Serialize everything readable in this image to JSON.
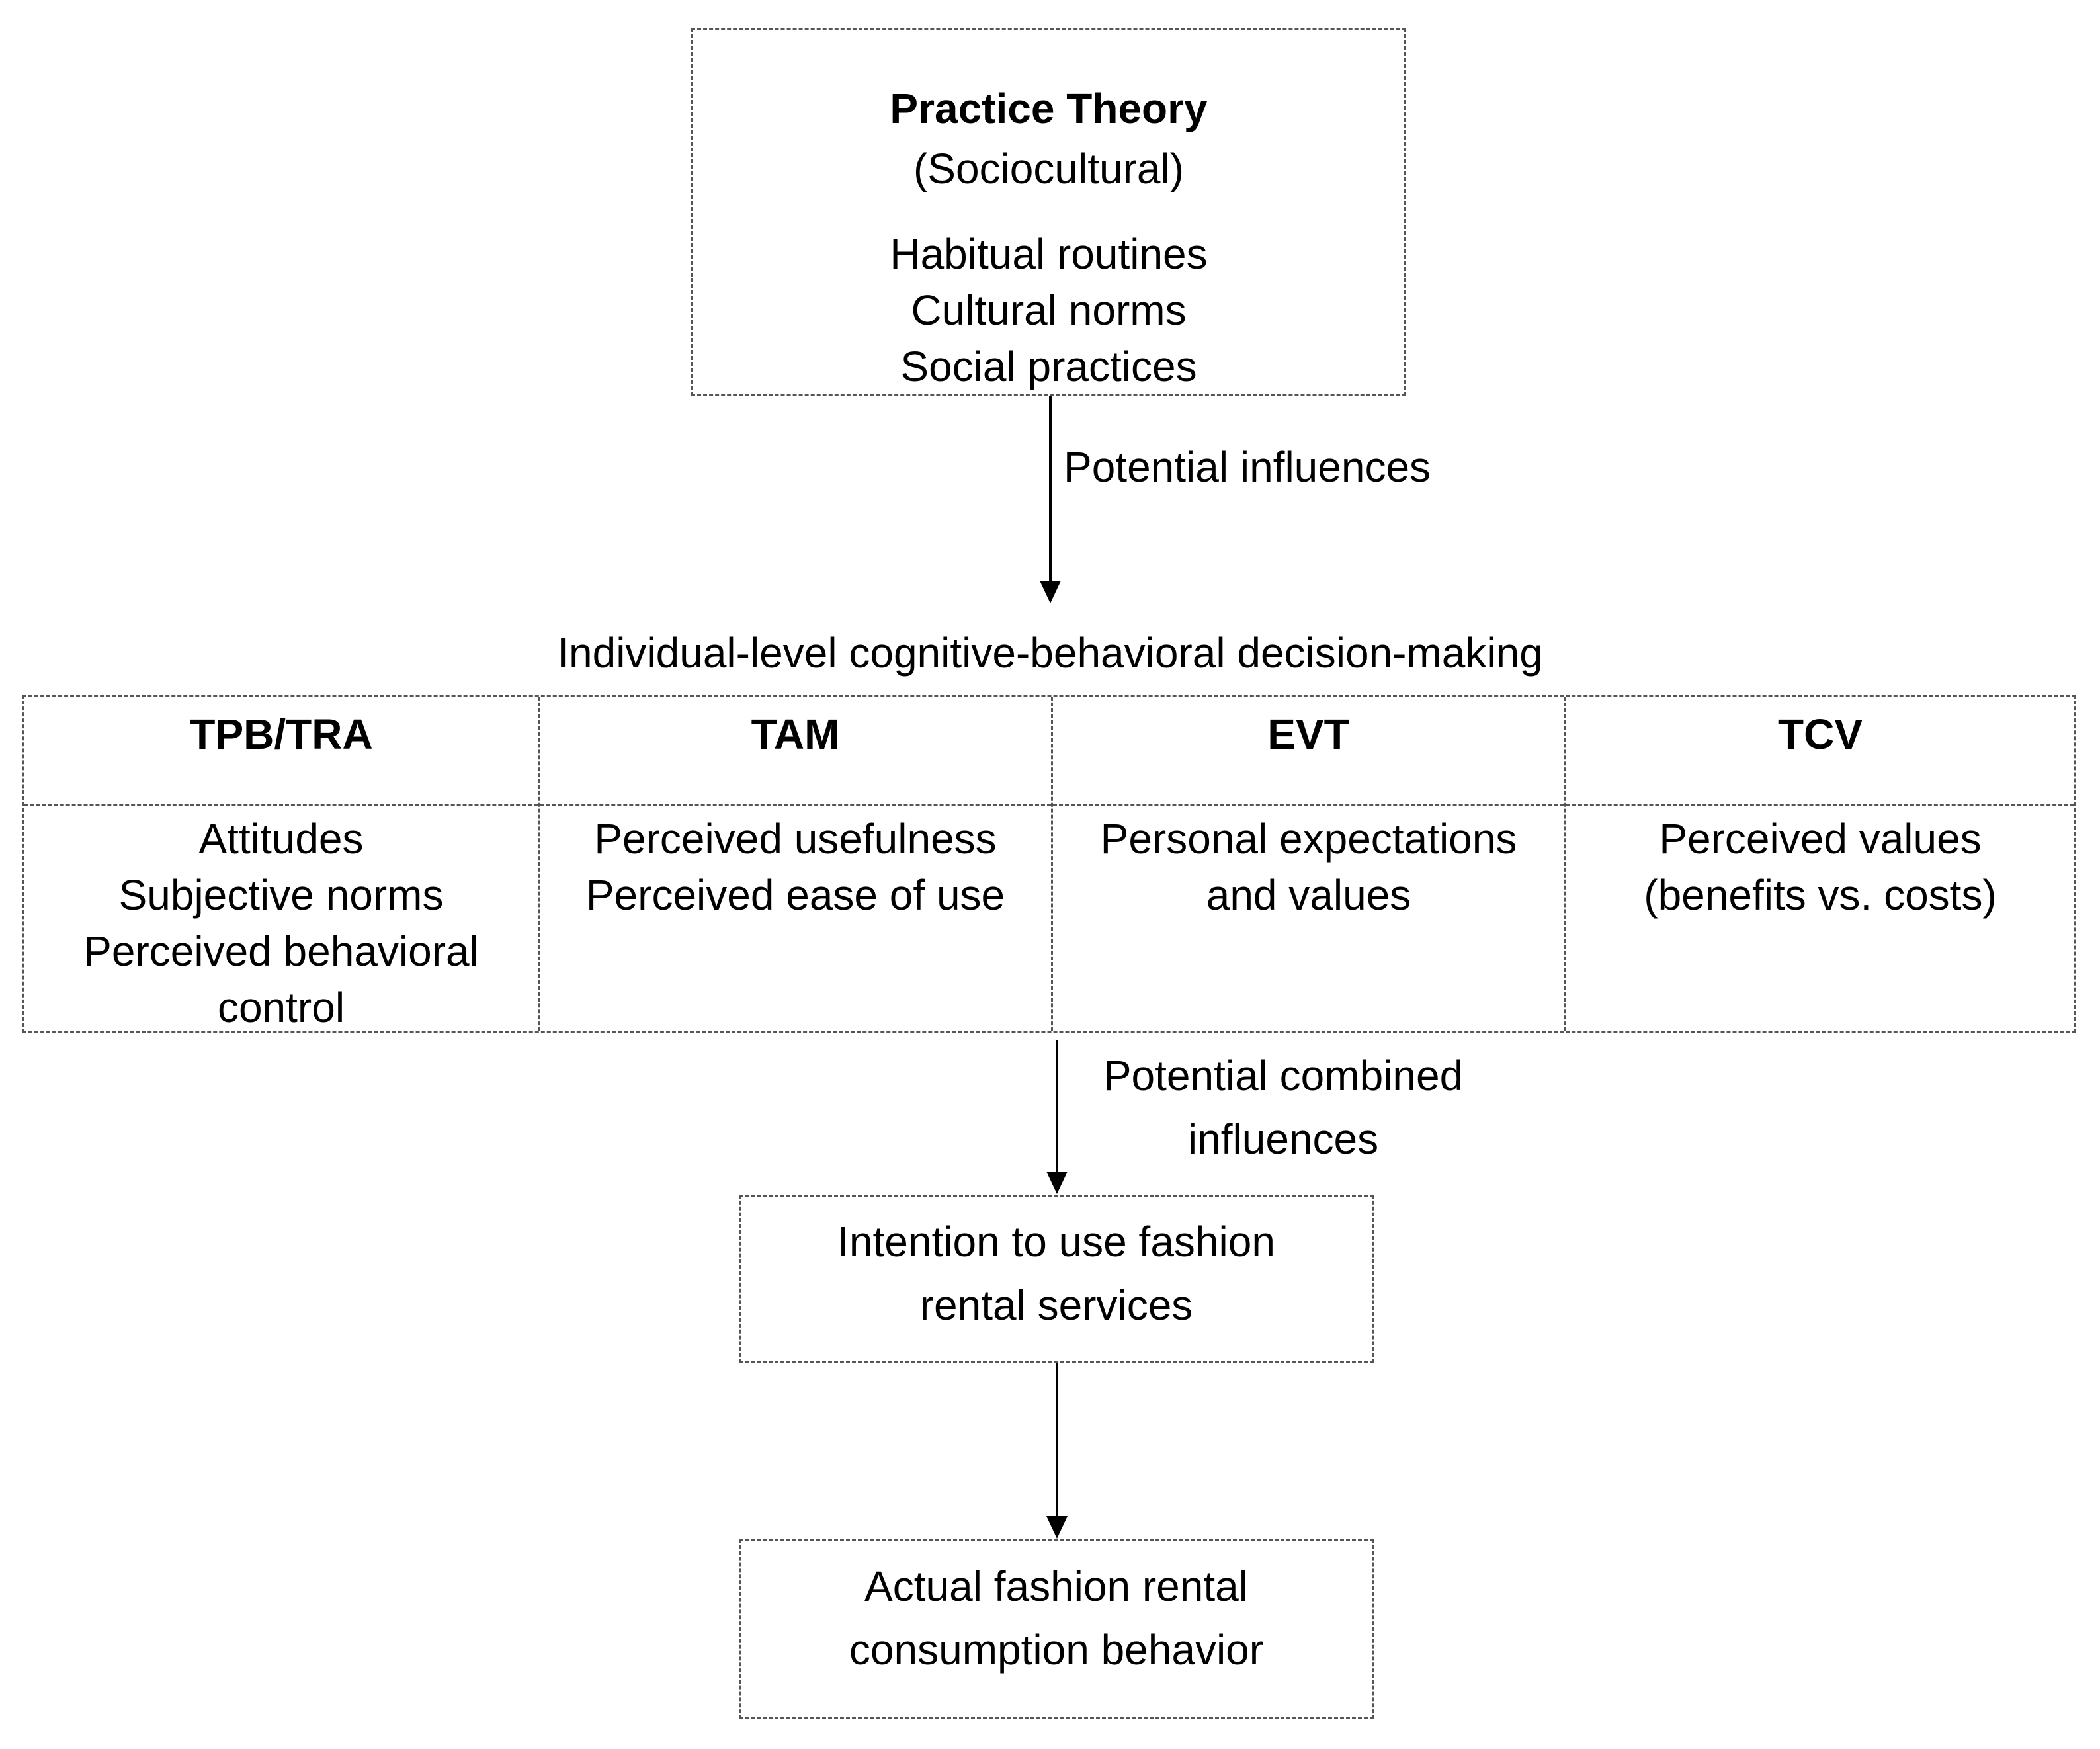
{
  "practice": {
    "title": "Practice Theory",
    "subtitle": "(Sociocultural)",
    "items": [
      "Habitual routines",
      "Cultural norms",
      "Social practices"
    ]
  },
  "arrow1_label": "Potential influences",
  "level_label": "Individual-level cognitive-behavioral decision-making",
  "theories": [
    {
      "name": "TPB/TRA",
      "lines": [
        "Attitudes",
        "Subjective norms",
        "Perceived behavioral",
        "control"
      ]
    },
    {
      "name": "TAM",
      "lines": [
        "Perceived usefulness",
        "Perceived ease of use"
      ]
    },
    {
      "name": "EVT",
      "lines": [
        "Personal expectations",
        "and values"
      ]
    },
    {
      "name": "TCV",
      "lines": [
        "Perceived values",
        "(benefits vs. costs)"
      ]
    }
  ],
  "arrow2_label": [
    "Potential combined",
    "influences"
  ],
  "intention": [
    "Intention to use fashion",
    "rental services"
  ],
  "behavior": [
    "Actual fashion rental",
    "consumption behavior"
  ]
}
